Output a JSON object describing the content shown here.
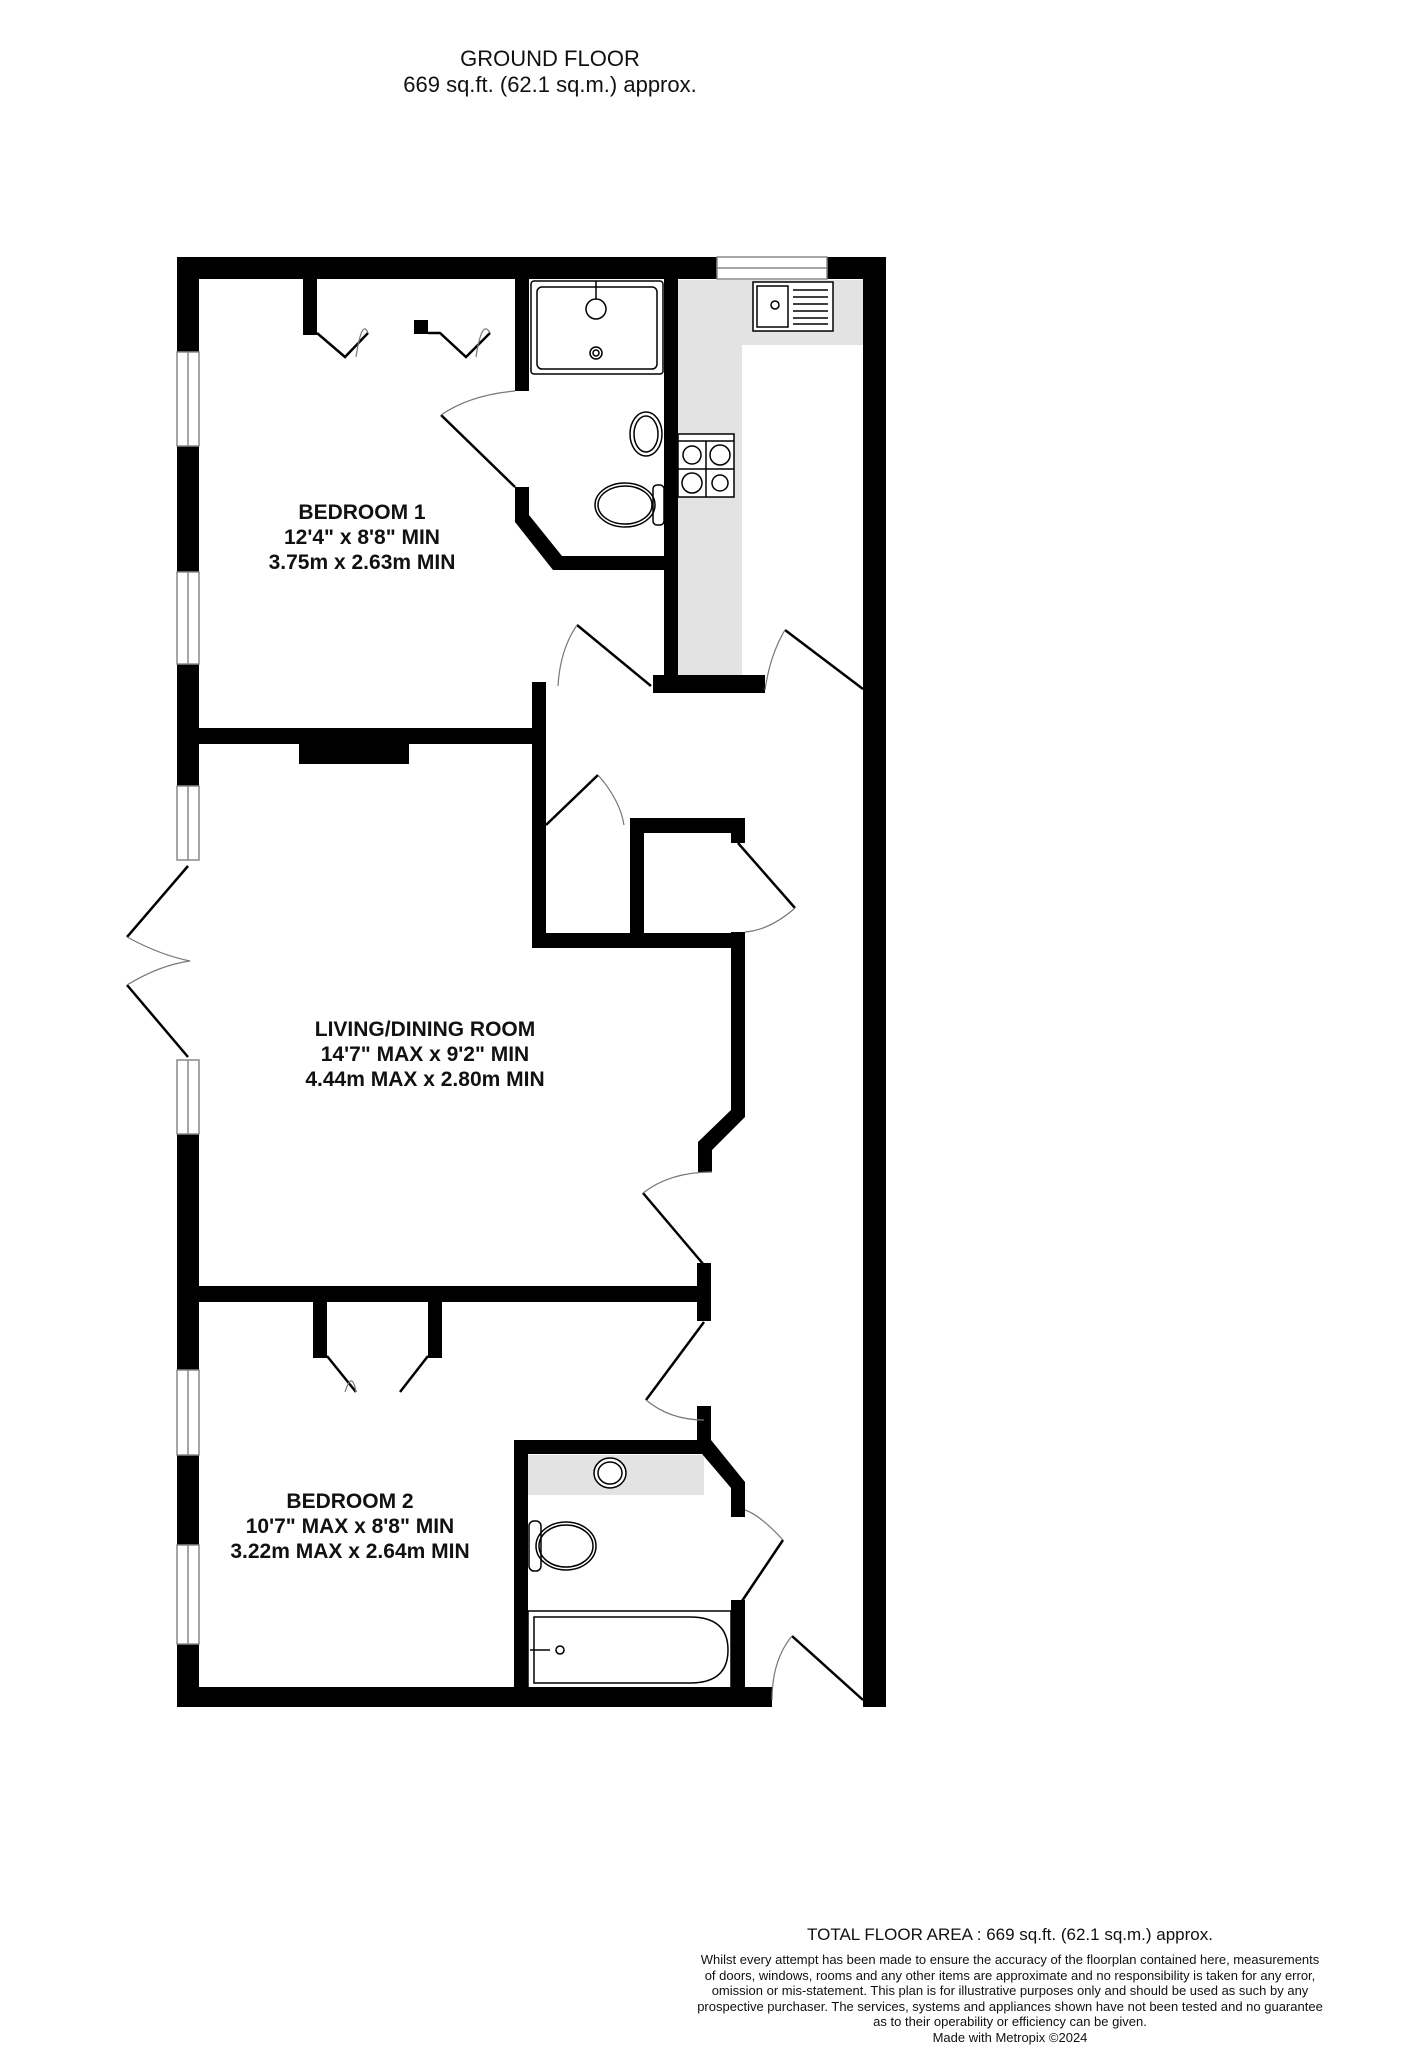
{
  "header": {
    "floor_name": "GROUND FLOOR",
    "floor_area": "669 sq.ft. (62.1 sq.m.) approx."
  },
  "rooms": [
    {
      "name": "BEDROOM 1",
      "dims_imperial": "12'4\"  x 8'8\" MIN",
      "dims_metric": "3.75m  x 2.63m MIN"
    },
    {
      "name": "LIVING/DINING ROOM",
      "dims_imperial": "14'7\" MAX x 9'2\" MIN",
      "dims_metric": "4.44m MAX x 2.80m MIN"
    },
    {
      "name": "BEDROOM 2",
      "dims_imperial": "10'7\" MAX x 8'8\" MIN",
      "dims_metric": "3.22m MAX x 2.64m MIN"
    }
  ],
  "fixtures": [
    "shower-tray",
    "wash-basin",
    "toilet",
    "kitchen-sink",
    "hob",
    "bath",
    "wardrobe"
  ],
  "colors": {
    "wall": "#000000",
    "worktop": "#e3e3e3",
    "door_arc": "#777777",
    "window": "#888888"
  },
  "footer": {
    "total_area": "TOTAL FLOOR AREA : 669 sq.ft. (62.1 sq.m.) approx.",
    "disclaimer_lines": [
      "Whilst every attempt has been made to ensure the accuracy of the floorplan contained here, measurements",
      "of doors, windows, rooms and any other items are approximate and no responsibility is taken for any error,",
      "omission or mis-statement. This plan is for illustrative purposes only and should be used as such by any",
      "prospective purchaser. The services, systems and appliances shown have not been tested and no guarantee",
      "as to their operability or efficiency can be given."
    ],
    "credit": "Made with Metropix ©2024"
  }
}
